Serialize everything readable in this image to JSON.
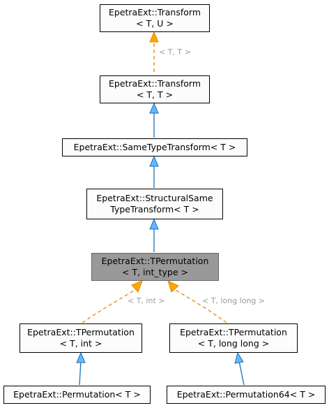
{
  "nodes": {
    "transform_tu": {
      "line1": "EpetraExt::Transform",
      "line2": "< T, U >"
    },
    "transform_tt": {
      "line1": "EpetraExt::Transform",
      "line2": "< T, T >"
    },
    "same_type": {
      "line1": "EpetraExt::SameTypeTransform< T >"
    },
    "structural_same": {
      "line1": "EpetraExt::StructuralSame",
      "line2": "TypeTransform< T >"
    },
    "tpermutation": {
      "line1": "EpetraExt::TPermutation",
      "line2": "< T, int_type >"
    },
    "tperm_int": {
      "line1": "EpetraExt::TPermutation",
      "line2": "< T, int >"
    },
    "tperm_longlong": {
      "line1": "EpetraExt::TPermutation",
      "line2": "< T, long long >"
    },
    "permutation": {
      "line1": "EpetraExt::Permutation< T >"
    },
    "permutation64": {
      "line1": "EpetraExt::Permutation64< T >"
    }
  },
  "edge_labels": {
    "tt_to_tu": "< T, T >",
    "int_to_tperm": "< T, int >",
    "longlong_to_tperm": "< T, long long >"
  },
  "colors": {
    "inheritance_edge": "#1a6fb5",
    "inheritance_arrowhead": "#63b8ff",
    "template_edge": "#e08a00",
    "template_arrowhead": "#ffa500",
    "current_node_fill": "#999999"
  }
}
